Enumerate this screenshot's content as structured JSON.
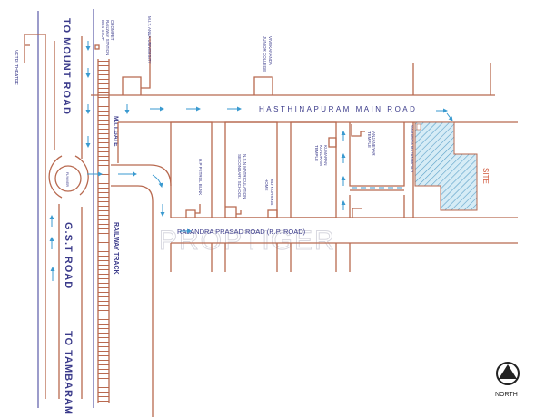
{
  "map": {
    "roads": {
      "to_mount_road": "TO MOUNT ROAD",
      "gst_road": "G.S.T ROAD",
      "to_tambaram": "TO TAMBARAM",
      "hasthinapuram": "HASTHINAPURAM MAIN ROAD",
      "rajendra": "RAJANDRA PRASAD ROAD (R.P. ROAD)",
      "saranga": "SARANGA RAJAN ROAD",
      "railway": "RAILWAY TRACK",
      "mit_gate": "M.I.T.GATE",
      "flyover": "FLYOVER"
    },
    "landmarks": {
      "vetri": "VETRI THEATRE",
      "crompet_1": "CROMPET",
      "crompet_2": "RAILWAY STATION",
      "crompet_3": "BUS STOP",
      "mit": "M.I.T. ANNA UNIVERSITY",
      "viveka_1": "VIVEKANANDA",
      "viveka_2": "JUNIOR COLLEGE",
      "hp": "H.P PETROL BUNK",
      "nsn_1": "N.S.N MATRICULATION",
      "nsn_2": "SECONDARY SCHOOL",
      "jbj_1": "JBJ NURSING",
      "jbj_2": "HOME",
      "kum_1": "KUMARAN",
      "kum_2": "KUNDRAM",
      "kum_3": "TEMPLE",
      "anj_1": "ANJANEYAR",
      "anj_2": "TEMPLE"
    },
    "site": "SITE",
    "north": "NORTH",
    "watermark": "PROPTIGER",
    "colors": {
      "road": "#b8694f",
      "rail_line": "#5a5aa8",
      "arrow": "#3a9ad0",
      "site_fill": "#cfe6f2",
      "text": "#3a3a8a"
    }
  }
}
